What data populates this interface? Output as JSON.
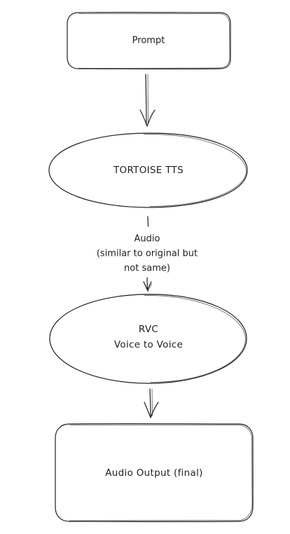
{
  "nodes": {
    "prompt": {
      "label": "Prompt"
    },
    "tortoise": {
      "label": "TORTOISE TTS"
    },
    "audio_note": {
      "line1": "Audio",
      "line2": "(similar to original but",
      "line3": "not same)"
    },
    "rvc": {
      "line1": "RVC",
      "line2": "Voice to Voice"
    },
    "output": {
      "label": "Audio Output (final)"
    }
  },
  "colors": {
    "stroke": "#1e1e1e",
    "background": "#ffffff"
  }
}
